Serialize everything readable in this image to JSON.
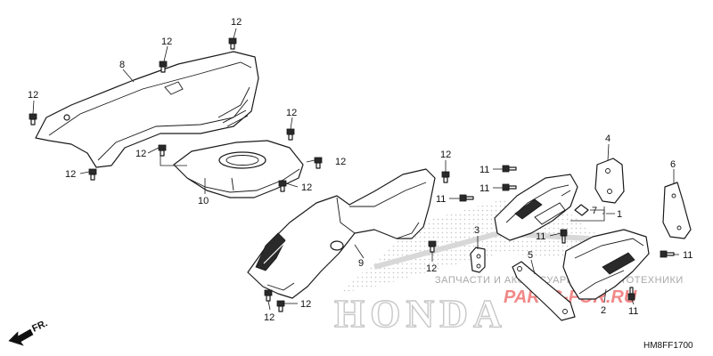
{
  "diagram_code": "HM8FF1700",
  "direction": "FR.",
  "watermark": {
    "logo": "HONDA",
    "line": "ЗАПЧАСТИ И АКСЕССУАРЫ ДЛЯ МОТОТЕХНИКИ",
    "brand": "PARTS-FOR.RU"
  },
  "callouts": {
    "c1": "1",
    "c2": "2",
    "c3": "3",
    "c4": "4",
    "c5": "5",
    "c6": "6",
    "c7": "7",
    "c8": "8",
    "c9": "9",
    "c10": "10",
    "c11a": "11",
    "c11b": "11",
    "c11c": "11",
    "c11d": "11",
    "c11e": "11",
    "c11f": "11",
    "c12a": "12",
    "c12b": "12",
    "c12c": "12",
    "c12d": "12",
    "c12e": "12",
    "c12f": "12",
    "c12g": "12",
    "c12h": "12",
    "c12i": "12",
    "c12j": "12",
    "c12k": "12",
    "c12l": "12"
  }
}
